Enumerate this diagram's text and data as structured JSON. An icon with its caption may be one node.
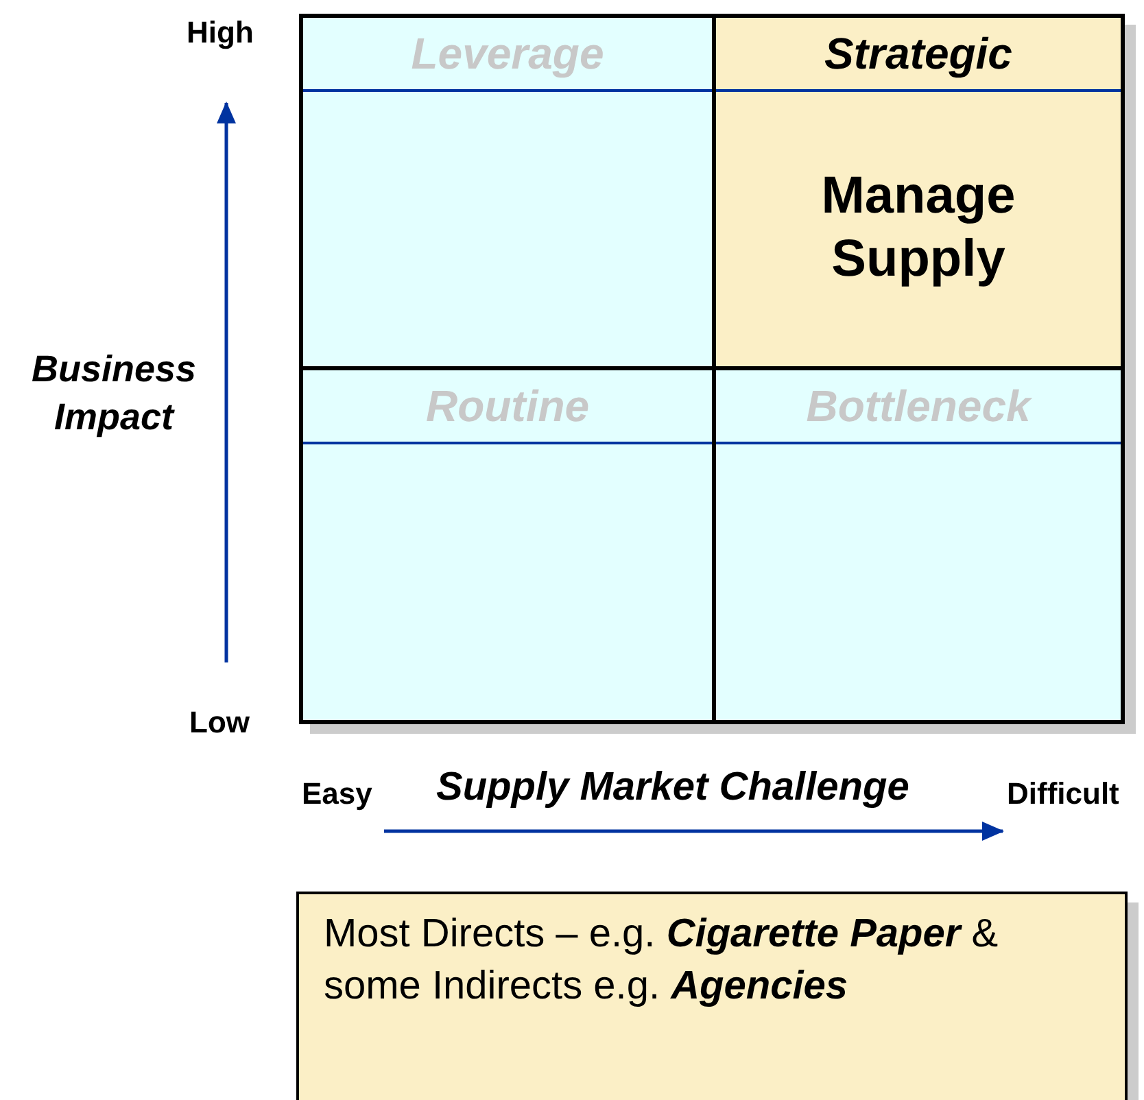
{
  "diagram": {
    "nodes": [
      {
        "text": [
          "Leverage"
        ]
      },
      {
        "text": [
          "Strategic",
          "Manage Supply"
        ]
      },
      {
        "text": [
          "Routine"
        ]
      },
      {
        "text": [
          "Bottleneck"
        ]
      },
      {
        "text": [
          "Most Directs – e.g. **Cigarette Paper** & some Indirects e.g. **Agencies**"
        ]
      }
    ],
    "edges": [],
    "labels": [
      "High",
      "Business Impact",
      "Low",
      "Easy",
      "Supply Market Challenge",
      "Difficult"
    ]
  }
}
